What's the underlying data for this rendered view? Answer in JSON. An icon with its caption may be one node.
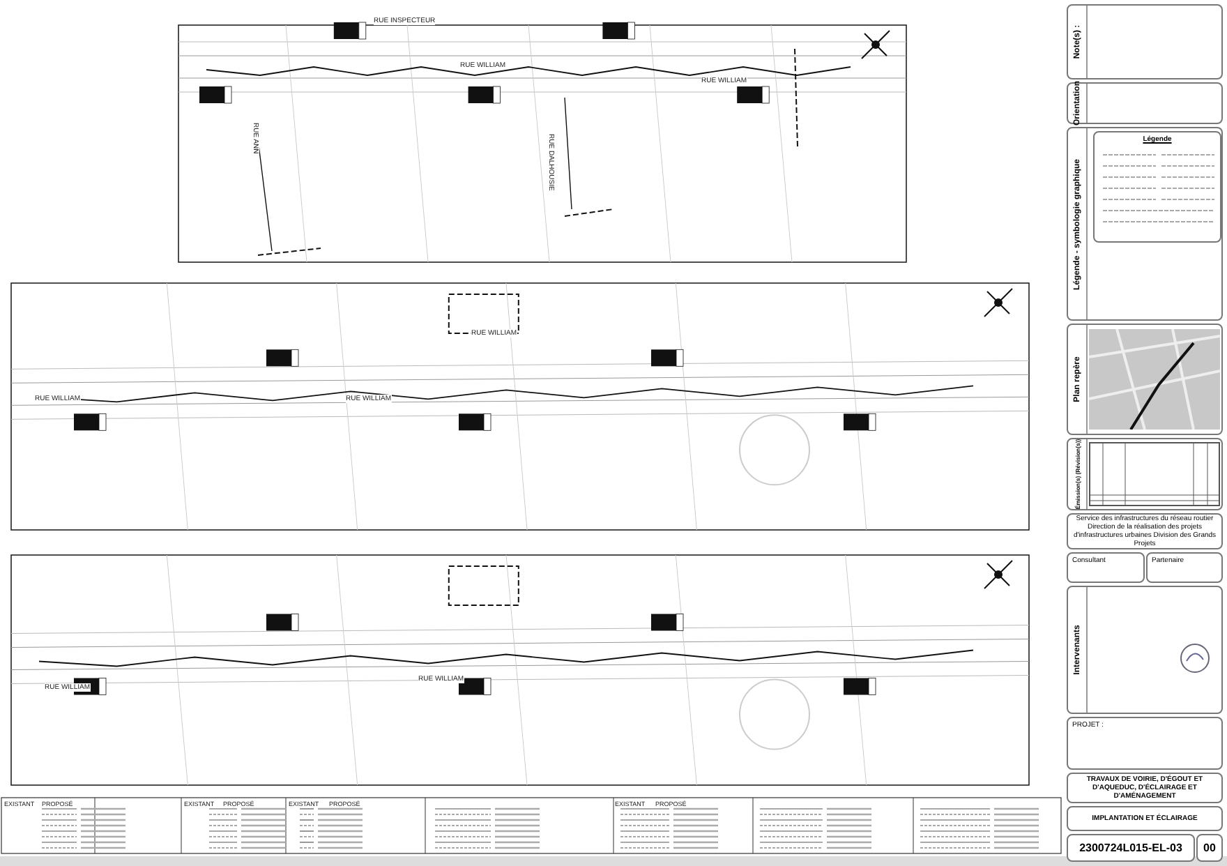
{
  "diagram": {
    "nodes": [
      {
        "text": [
          "Note(s) :"
        ]
      },
      {
        "text": [
          "Orientation"
        ]
      },
      {
        "text": [
          "Légende - symbologie graphique"
        ]
      },
      {
        "text": [
          "Légende"
        ],
        "in": 2
      },
      {
        "text": [
          "Plan repère"
        ]
      },
      {
        "text": [
          "Émission(s) (Révision(s))"
        ]
      },
      {
        "text": [
          "Service des infrastructures du réseau routier Direction de la réalisation des projets d'infrastructures urbaines Division des Grands Projets"
        ]
      },
      {
        "text": [
          "Consultant"
        ]
      },
      {
        "text": [
          "Partenaire"
        ]
      },
      {
        "text": [
          "Intervenants"
        ]
      },
      {
        "text": [
          "PROJET :"
        ]
      },
      {
        "text": [
          "TRAVAUX DE VOIRIE, D'ÉGOUT ET D'AQUEDUC, D'ÉCLAIRAGE ET D'AMÉNAGEMENT"
        ]
      },
      {
        "text": [
          "IMPLANTATION ET ÉCLAIRAGE"
        ]
      },
      {
        "text": [
          "2300724L015-EL-03"
        ]
      },
      {
        "text": [
          "00"
        ]
      }
    ],
    "labels": [
      "RUE INSPECTEUR",
      "RUE WILLIAM",
      "RUE WILLIAM",
      "RUE ANN",
      "RUE DALHOUSIE",
      "RUE WILLIAM",
      "RUE WILLIAM",
      "RUE WILLIAM",
      "RUE WILLIAM",
      "RUE WILLIAM",
      "EXISTANT",
      "PROPOSÉ",
      "EXISTANT",
      "PROPOSÉ",
      "EXISTANT",
      "PROPOSÉ",
      "EXISTANT",
      "PROPOSÉ"
    ]
  }
}
